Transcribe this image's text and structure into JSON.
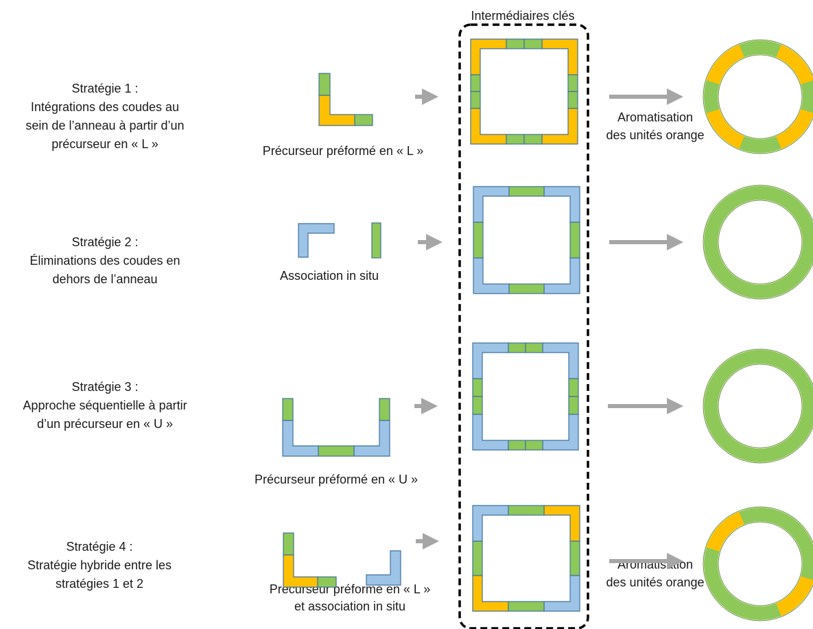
{
  "header": {
    "key_intermediates": "Intermédiaires clés"
  },
  "colors": {
    "orange": "#FFC000",
    "green": "#8DC858",
    "blue": "#9DC3E6",
    "arrow": "#A6A6A6",
    "stroke": "#41719C",
    "dashed_box": "#000000"
  },
  "strategies": [
    {
      "lines": [
        "Stratégie 1 :",
        "Intégrations des coudes au",
        "sein de l’anneau à partir d’un",
        "précurseur en « L »"
      ],
      "precursor_caption": [
        "Précurseur préformé en « L »"
      ],
      "product_caption": [
        "Aromatisation",
        "des unités orange"
      ],
      "ring": "orange-green"
    },
    {
      "lines": [
        "Stratégie 2 :",
        "Éliminations des coudes en",
        "dehors de l’anneau"
      ],
      "precursor_caption": [
        "Association in situ"
      ],
      "product_caption": [],
      "ring": "all-green"
    },
    {
      "lines": [
        "Stratégie 3 :",
        "Approche séquentielle à partir",
        "d’un précurseur en « U »"
      ],
      "precursor_caption": [
        "Précurseur préformé en « U »"
      ],
      "product_caption": [],
      "ring": "all-green"
    },
    {
      "lines": [
        "Stratégie 4 :",
        "Stratégie hybride entre les",
        "stratégies 1 et 2"
      ],
      "precursor_caption": [
        "Précurseur préformé en « L »",
        "et association in situ"
      ],
      "product_caption": [
        "Aromatisation",
        "des unités orange"
      ],
      "ring": "partial-orange"
    }
  ]
}
